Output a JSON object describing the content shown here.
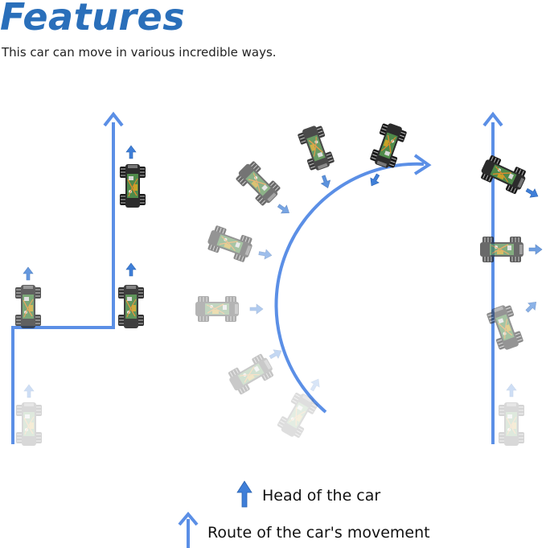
{
  "title": "Features",
  "subtitle": "This car can move in various incredible ways.",
  "legend": {
    "head_label": "Head of the car",
    "route_label": "Route of the car's movement"
  },
  "colors": {
    "title": "#2a6fba",
    "route": "#5b8fe6",
    "head_arrow": "#3f7fd8",
    "car_body": "#2b2b2b",
    "car_board": "#4f8a4a",
    "wheel": "#1a1a1a"
  },
  "icons": {
    "head": "head-of-car-arrow-icon",
    "route": "route-arrow-icon",
    "car": "robot-car-icon"
  }
}
